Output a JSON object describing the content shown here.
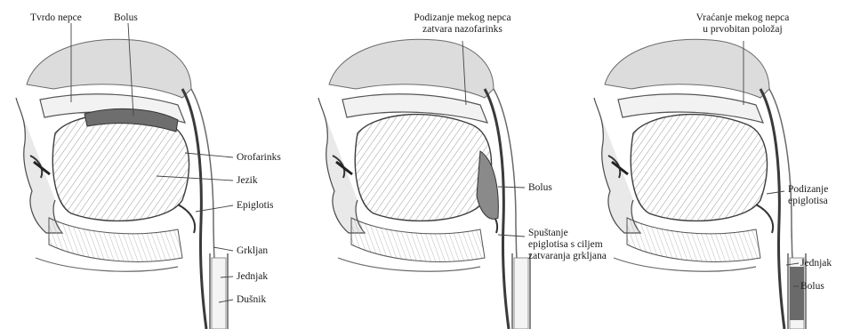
{
  "panel1": {
    "labels": {
      "hard_palate": "Tvrdo nepce",
      "bolus": "Bolus",
      "oropharynx": "Orofarinks",
      "tongue": "Jezik",
      "epiglottis": "Epiglotis",
      "larynx": "Grkljan",
      "esophagus": "Jednjak",
      "trachea": "Dušnik"
    }
  },
  "panel2": {
    "labels": {
      "soft_palate_raise_1": "Podizanje mekog nepca",
      "soft_palate_raise_2": "zatvara nazofarinks",
      "bolus": "Bolus",
      "epiglottis_lower_1": "Spuštanje",
      "epiglottis_lower_2": "epiglotisa s ciljem",
      "epiglottis_lower_3": "zatvaranja grkljana"
    }
  },
  "panel3": {
    "labels": {
      "soft_palate_return_1": "Vraćanje mekog nepca",
      "soft_palate_return_2": "u prvobitan položaj",
      "epiglottis_raise_1": "Podizanje",
      "epiglottis_raise_2": "epiglotisa",
      "esophagus": "Jednjak",
      "bolus": "Bolus"
    }
  },
  "colors": {
    "ink": "#2b2b2b",
    "shade_light": "#e6e6e6",
    "shade_mid": "#bdbdbd",
    "shade_dark": "#5a5a5a"
  }
}
